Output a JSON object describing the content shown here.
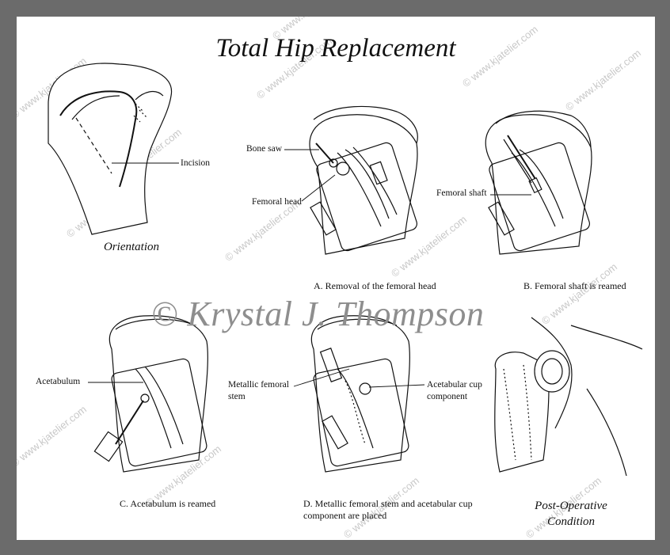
{
  "title": "Total Hip Replacement",
  "copyright": "© Krystal J. Thompson",
  "watermark": "© www.kjatelier.com",
  "panels": {
    "orientation": {
      "caption": "Orientation",
      "label_incision": "Incision"
    },
    "a": {
      "caption": "A. Removal of the femoral head",
      "label_saw": "Bone saw",
      "label_head": "Femoral head"
    },
    "b": {
      "caption": "B. Femoral shaft is reamed",
      "label_shaft": "Femoral shaft"
    },
    "c": {
      "caption": "C. Acetabulum is reamed",
      "label_acetabulum": "Acetabulum"
    },
    "d": {
      "caption_line1": "D. Metallic femoral stem and acetabular cup",
      "caption_line2": "component are placed",
      "label_stem_line1": "Metallic femoral",
      "label_stem_line2": "stem",
      "label_cup_line1": "Acetabular cup",
      "label_cup_line2": "component"
    },
    "post": {
      "caption_line1": "Post-Operative",
      "caption_line2": "Condition"
    }
  }
}
